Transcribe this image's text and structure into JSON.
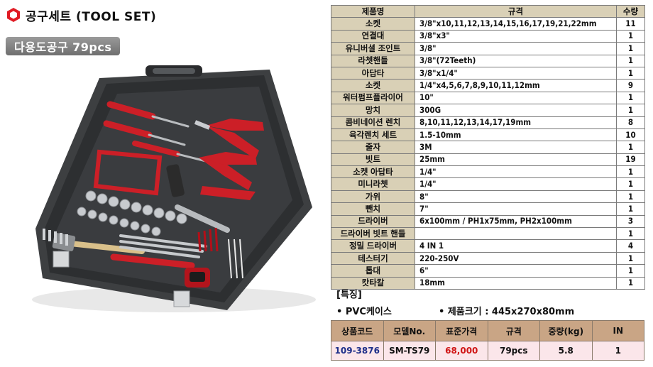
{
  "header": {
    "title": "공구세트 (TOOL SET)",
    "subtitle": "다용도공구 79pcs"
  },
  "colors": {
    "icon_red": "#e01b24",
    "table_header_bg": "#d9d0b6",
    "product_header_bg": "#c9a585",
    "product_row_bg": "#fbe6ea",
    "code_color": "#1e2f8a",
    "price_color": "#d01616"
  },
  "spec_table": {
    "headers": [
      "제품명",
      "규격",
      "수량"
    ],
    "rows": [
      {
        "name": "소켓",
        "spec": "3/8\"x10,11,12,13,14,15,16,17,19,21,22mm",
        "qty": "11"
      },
      {
        "name": "연결대",
        "spec": "3/8\"x3\"",
        "qty": "1"
      },
      {
        "name": "유니버셜 조인트",
        "spec": "3/8\"",
        "qty": "1"
      },
      {
        "name": "라쳇핸들",
        "spec": "3/8\"(72Teeth)",
        "qty": "1"
      },
      {
        "name": "아답타",
        "spec": "3/8\"x1/4\"",
        "qty": "1"
      },
      {
        "name": "소켓",
        "spec": "1/4\"x4,5,6,7,8,9,10,11,12mm",
        "qty": "9"
      },
      {
        "name": "워터펌프플라이어",
        "spec": "10\"",
        "qty": "1"
      },
      {
        "name": "망치",
        "spec": "300G",
        "qty": "1"
      },
      {
        "name": "콤비네이션 렌치",
        "spec": "8,10,11,12,13,14,17,19mm",
        "qty": "8"
      },
      {
        "name": "육각렌치 세트",
        "spec": "1.5-10mm",
        "qty": "10"
      },
      {
        "name": "줄자",
        "spec": "3M",
        "qty": "1"
      },
      {
        "name": "빗트",
        "spec": "25mm",
        "qty": "19"
      },
      {
        "name": "소켓 아답타",
        "spec": "1/4\"",
        "qty": "1"
      },
      {
        "name": "미니라쳇",
        "spec": "1/4\"",
        "qty": "1"
      },
      {
        "name": "가위",
        "spec": "8\"",
        "qty": "1"
      },
      {
        "name": "뺀치",
        "spec": "7\"",
        "qty": "1"
      },
      {
        "name": "드라이버",
        "spec": "6x100mm / PH1x75mm, PH2x100mm",
        "qty": "3"
      },
      {
        "name": "드라이버 빗트 핸들",
        "spec": "",
        "qty": "1"
      },
      {
        "name": "정밀 드라이버",
        "spec": "4 IN 1",
        "qty": "4"
      },
      {
        "name": "테스터기",
        "spec": "220-250V",
        "qty": "1"
      },
      {
        "name": "톱대",
        "spec": "6\"",
        "qty": "1"
      },
      {
        "name": "캇타칼",
        "spec": "18mm",
        "qty": "1"
      }
    ]
  },
  "features": {
    "title": "[특징]",
    "items": [
      "• PVC케이스",
      "• 제품크기 : 445x270x80mm"
    ]
  },
  "product_table": {
    "headers": [
      "상품코드",
      "모델No.",
      "표준가격",
      "규격",
      "중량(kg)",
      "IN"
    ],
    "row": {
      "code": "109-3876",
      "model": "SM-TS79",
      "price": "68,000",
      "spec": "79pcs",
      "weight": "5.8",
      "in": "1"
    }
  }
}
